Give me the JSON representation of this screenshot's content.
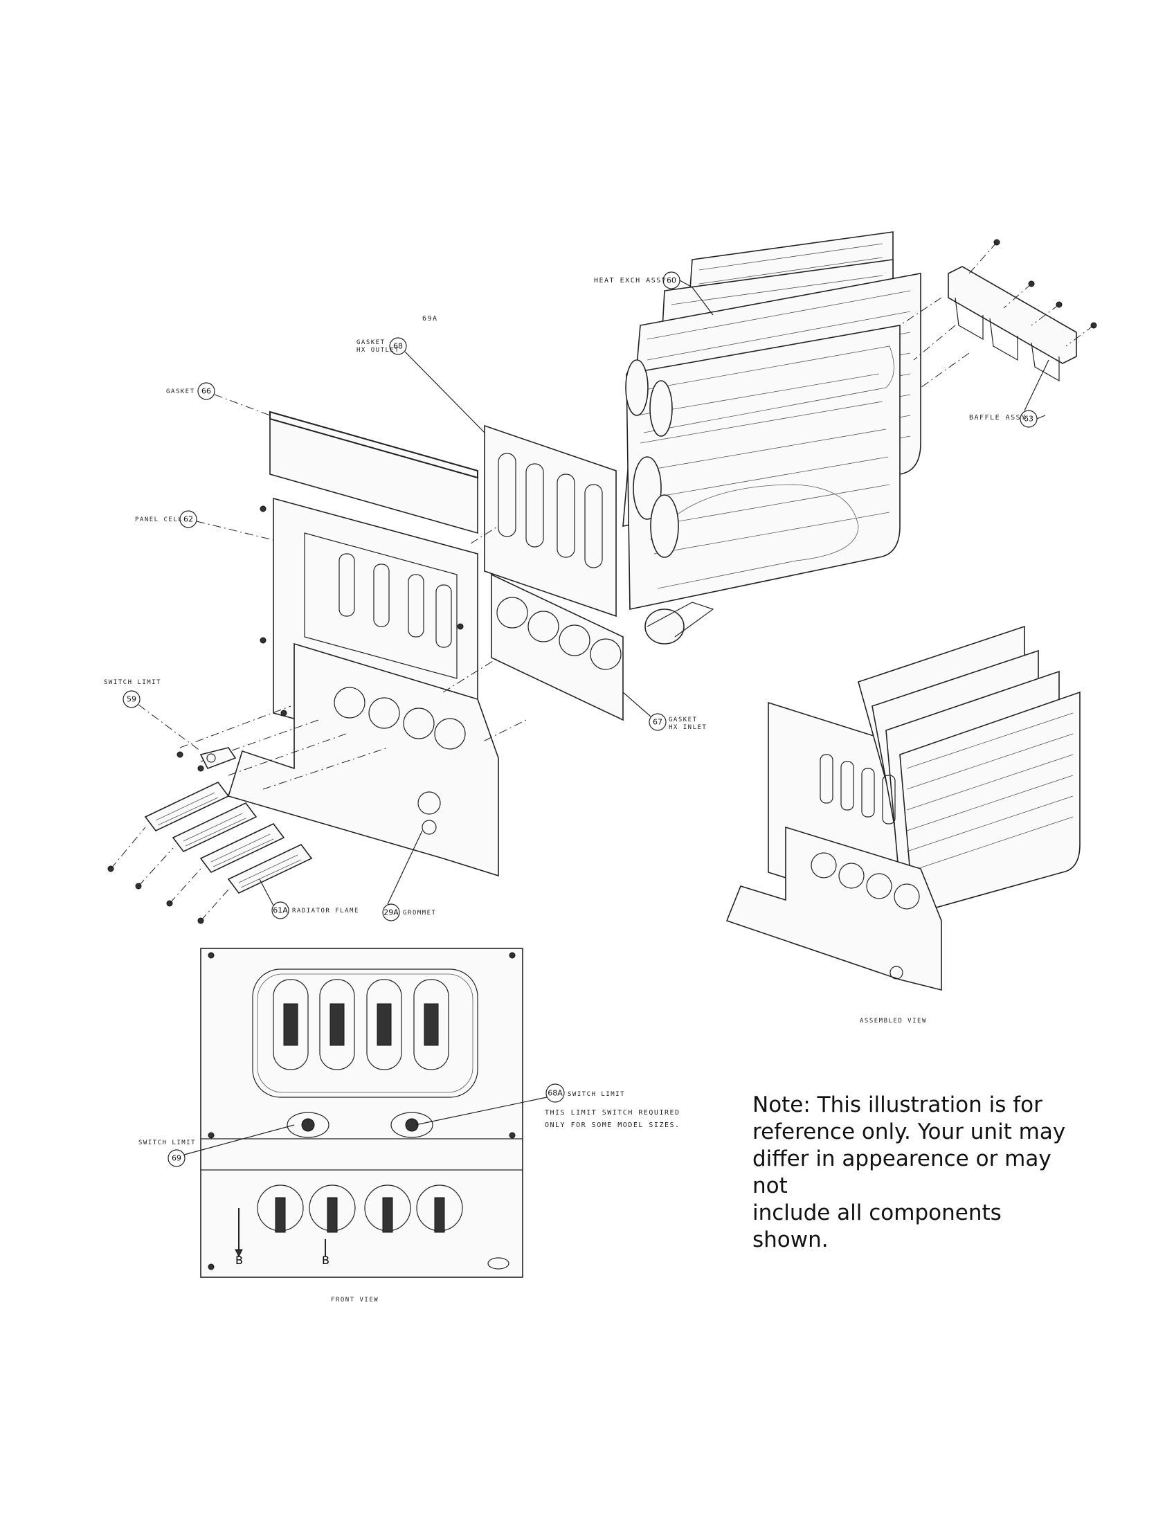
{
  "labels": {
    "heat_exch_assy": "HEAT EXCH ASSY",
    "heat_exch_num": "60",
    "baffle_assy": "BAFFLE ASSY",
    "baffle_num": "63",
    "floating_ref": "69A",
    "gasket_hx_outlet_1": "GASKET",
    "gasket_hx_outlet_2": "HX OUTLET",
    "gasket_hx_outlet_num": "68",
    "gasket": "GASKET",
    "gasket_num": "66",
    "panel_cell": "PANEL CELL",
    "panel_cell_num": "62",
    "switch_limit_left": "SWITCH LIMIT",
    "switch_limit_left_num": "59",
    "gasket_hx_inlet_1": "GASKET",
    "gasket_hx_inlet_2": "HX INLET",
    "gasket_hx_inlet_num": "67",
    "radiator_flame": "RADIATOR FLAME",
    "radiator_flame_num": "61A",
    "grommet": "GROMMET",
    "grommet_num": "29A",
    "assembled_view": "ASSEMBLED VIEW",
    "switch_limit_68a": "SWITCH LIMIT",
    "switch_limit_68a_num": "68A",
    "switch_limit_req_1": "THIS LIMIT SWITCH REQUIRED",
    "switch_limit_req_2": "ONLY FOR SOME MODEL SIZES.",
    "switch_limit_front": "SWITCH LIMIT",
    "switch_limit_front_num": "69",
    "section_b_1": "B",
    "section_b_2": "B",
    "front_view": "FRONT VIEW"
  },
  "note": {
    "line1": "Note: This illustration is for",
    "line2": "reference only. Your unit may",
    "line3": "differ in appearence or may not",
    "line4": "include all components shown."
  }
}
